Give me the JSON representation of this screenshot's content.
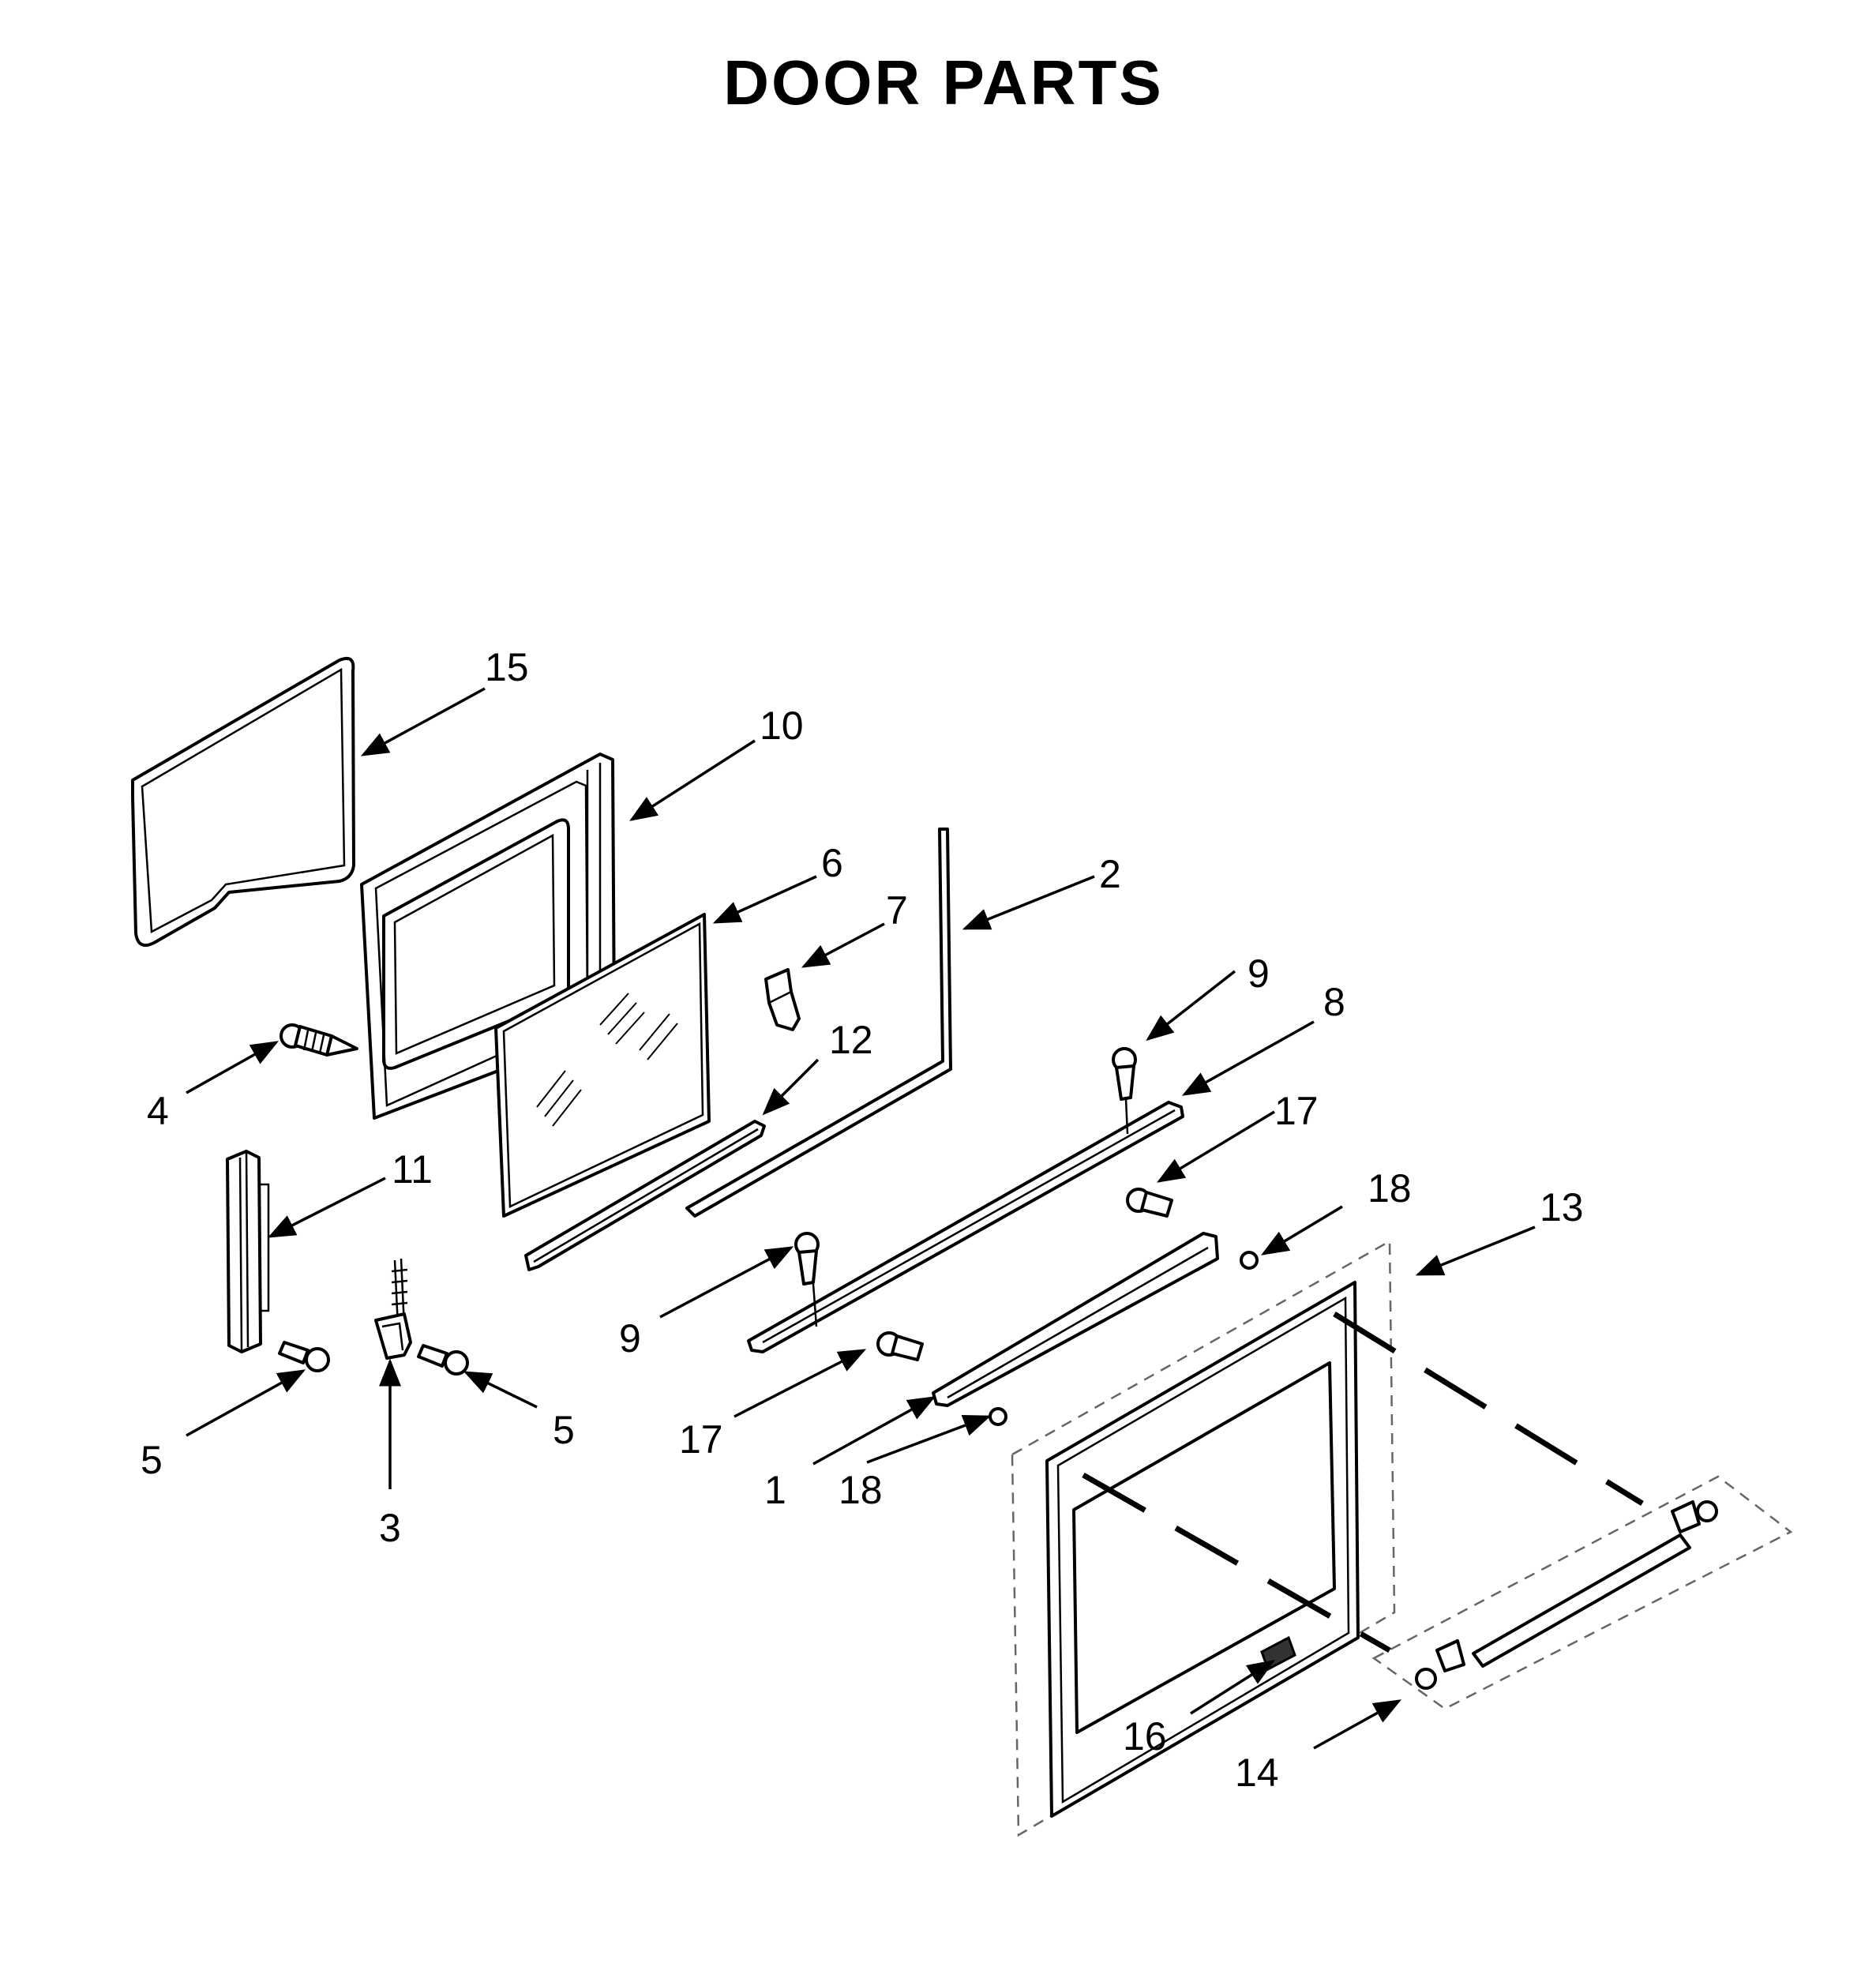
{
  "title": "DOOR PARTS",
  "callouts": {
    "c1": "1",
    "c2": "2",
    "c3": "3",
    "c4": "4",
    "c5a": "5",
    "c5b": "5",
    "c6": "6",
    "c7": "7",
    "c8": "8",
    "c9a": "9",
    "c9b": "9",
    "c10": "10",
    "c11": "11",
    "c12": "12",
    "c13": "13",
    "c14": "14",
    "c15": "15",
    "c16": "16",
    "c17a": "17",
    "c17b": "17",
    "c18a": "18",
    "c18b": "18"
  }
}
